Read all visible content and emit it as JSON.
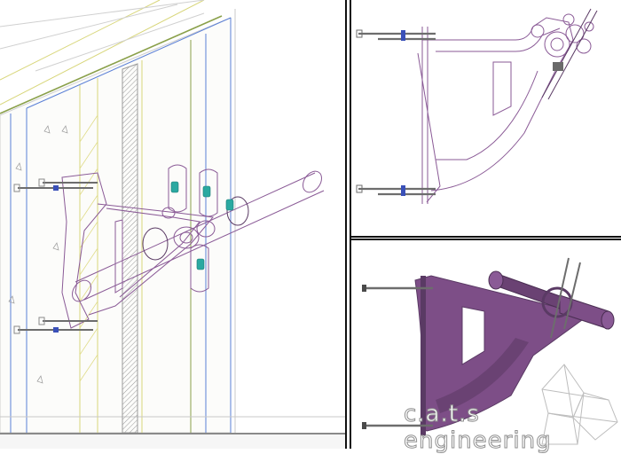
{
  "app": {
    "viewports": [
      {
        "id": "iso",
        "label": ""
      },
      {
        "id": "front",
        "label": ""
      },
      {
        "id": "shaded",
        "label": ""
      }
    ]
  },
  "watermark": {
    "text": "c.a.t.s engineering"
  },
  "colors": {
    "wireframe": "#8a5a96",
    "wireframe_dark": "#5a3a64",
    "shaded_body": "#7d4e87",
    "bolt": "#6d6d6d",
    "spring": "#2aa9a1",
    "wall_blue": "#5a7fd6",
    "wall_green": "#8aa04a",
    "wall_yellow": "#d8d67a"
  }
}
